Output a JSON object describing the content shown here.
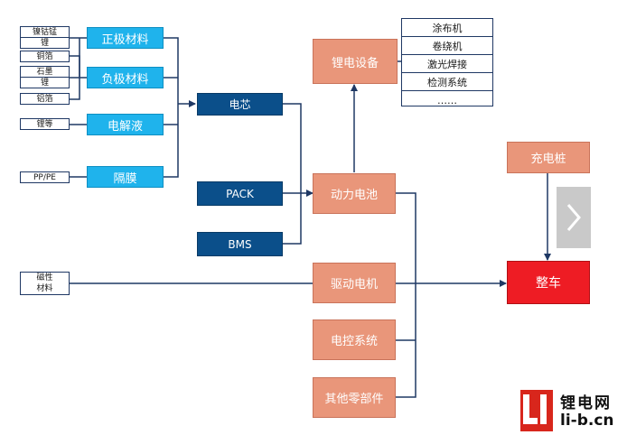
{
  "raw_materials": {
    "ncm": [
      "镍钴锰",
      "锂"
    ],
    "copper_foil": "铜箔",
    "graphite": [
      "石墨",
      "锂"
    ],
    "aluminum_foil": "铝箔",
    "lithium_etc": "锂等",
    "pp_pe": "PP/PE",
    "magnetic": [
      "磁性",
      "材料"
    ]
  },
  "materials": {
    "cathode": "正极材料",
    "anode": "负极材料",
    "electrolyte": "电解液",
    "separator": "隔膜"
  },
  "core": {
    "cell": "电芯",
    "pack": "PACK",
    "bms": "BMS"
  },
  "equipment": {
    "title": "锂电设备",
    "items": [
      "涂布机",
      "卷绕机",
      "激光焊接",
      "检测系统",
      "……"
    ]
  },
  "components": {
    "battery": "动力电池",
    "motor": "驱动电机",
    "control": "电控系统",
    "other": "其他零部件",
    "charger": "充电桩"
  },
  "vehicle": "整车",
  "logo": {
    "cn": "锂电网",
    "url": "li-b.cn"
  },
  "colors": {
    "material_box": "#1fb3ec",
    "core_box": "#0b4f8a",
    "component_box": "#e9967a",
    "vehicle_box": "#ee1c24",
    "connector": "#1f3864"
  }
}
